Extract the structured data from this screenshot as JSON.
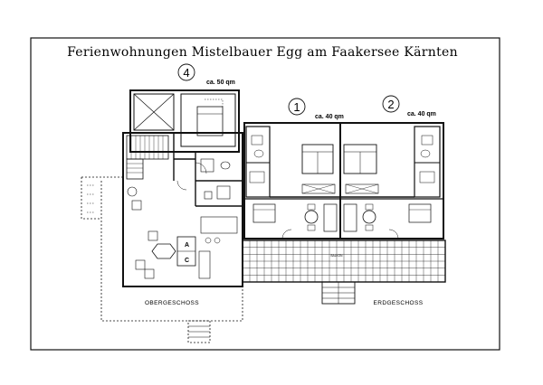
{
  "title": "Ferienwohnungen Mistelbauer Egg am Faakersee Kärnten",
  "units": [
    {
      "number": "4",
      "area": "ca. 50 qm"
    },
    {
      "number": "1",
      "area": "ca. 40 qm"
    },
    {
      "number": "2",
      "area": "ca. 40 qm"
    }
  ],
  "floors": {
    "upper": "OBERGESCHOSS",
    "ground": "ERDGESCHOSS"
  },
  "room_letters": [
    "A",
    "C"
  ],
  "balcony_label": "BALKON"
}
